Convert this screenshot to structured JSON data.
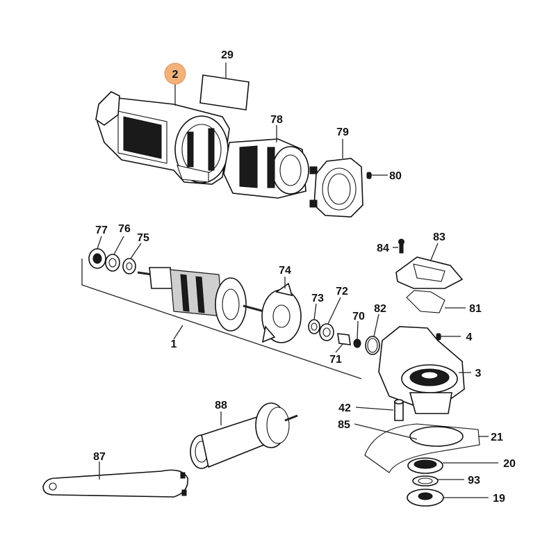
{
  "callouts": {
    "c2": "2",
    "c29": "29",
    "c78": "78",
    "c79": "79",
    "c80": "80",
    "c77": "77",
    "c76": "76",
    "c75": "75",
    "c74": "74",
    "c73": "73",
    "c72": "72",
    "c70": "70",
    "c71": "71",
    "c82": "82",
    "c1": "1",
    "c84": "84",
    "c83": "83",
    "c81": "81",
    "c4": "4",
    "c3": "3",
    "c42": "42",
    "c85": "85",
    "c21": "21",
    "c20": "20",
    "c93": "93",
    "c19": "19",
    "c88": "88",
    "c87": "87"
  },
  "highlight_color": "#f2b27a"
}
